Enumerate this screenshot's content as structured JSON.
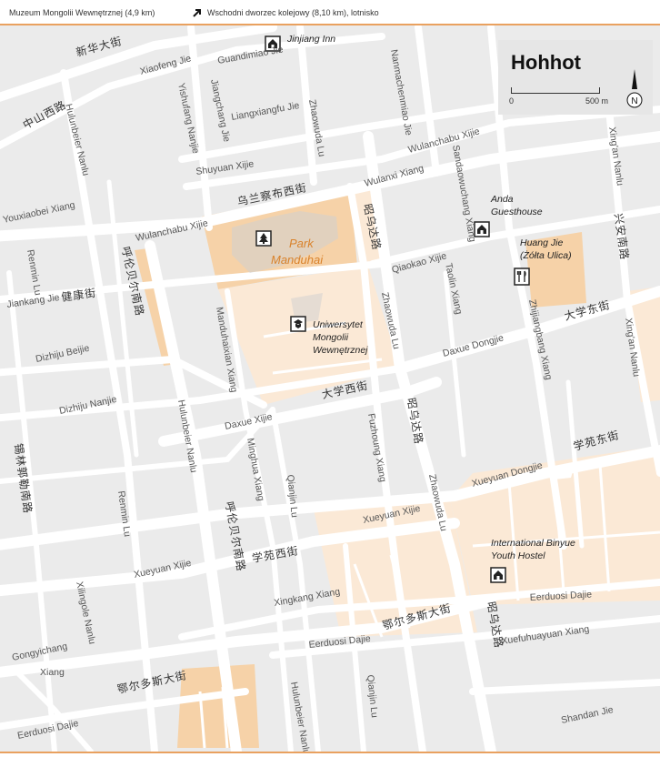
{
  "header": {
    "left_text": "Muzeum Mongolii Wewnętrznej (4,9 km)",
    "right_text": "Wschodni dworzec kolejowy (8,10 km), lotnisko",
    "arrow_icon": "arrow-northeast-icon"
  },
  "legend": {
    "city_title": "Hohhot",
    "scale_zero": "0",
    "scale_max": "500 m",
    "north_label": "N"
  },
  "colors": {
    "accent": "#e9a15f",
    "park_fill": "#f6d2a8",
    "campus_fill": "#fbe9d6",
    "street_fill": "#ffffff",
    "block_fill": "#ebebeb"
  },
  "pois": {
    "jinjiang": "Jinjiang Inn",
    "anda_1": "Anda",
    "anda_2": "Guesthouse",
    "huang_1": "Huang Jie",
    "huang_2": "(Żółta Ulica)",
    "univ_1": "Uniwersytet",
    "univ_2": "Mongolii",
    "univ_3": "Wewnętrznej",
    "binyue_1": "International Binyue",
    "binyue_2": "Youth Hostel",
    "park_1": "Park",
    "park_2": "Manduhai"
  },
  "streets": {
    "xinhua_cn": "新华大街",
    "zhongshan_cn": "中山西路",
    "xiaofeng": "Xiaofeng Jie",
    "guandimiao": "Guandimiao Jie",
    "yishufang": "Yishufang Nanjie",
    "jiangchang": "Jiangchang Jie",
    "liangxiangfu": "Liangxiangfu Jie",
    "huolunbeier_n": "Hulunbeier Nanlu",
    "zhaowuda_n": "Zhaowuda Lu",
    "nanmachen": "Nanmachenmiao Jie",
    "wulanchabu_xi": "Wulanchabu Xijie",
    "shuyuan": "Shuyuan Xijie",
    "youxiaobei": "Youxiaobei Xiang",
    "wulanchabu_cn": "乌兰察布西街",
    "wulanchabu_w": "Wulanchabu Xijie",
    "wulanxi": "Wulanxi Xiang",
    "sandaowu": "Sandaowuchang Xiang",
    "xinganlu": "Xing'an Nanlu",
    "xingan_cn": "兴安南路",
    "renminlu": "Renmin Lu",
    "hulunbeier_cn": "呼伦贝尔南路",
    "jiankang": "Jiankang Jie",
    "jiankang_cn": "健康街",
    "zhaowuda_cn": "昭乌达路",
    "qiaokao": "Qiaokao Xijie",
    "taolin": "Taolin Xiang",
    "zhijiang": "Zhijiangbang Xiang",
    "daxue_cn_e": "大学东街",
    "dizhiju_beijie": "Dizhiju Beijie",
    "manduhai": "Manduhaixian Xiang",
    "zhaowuda_lu2": "Zhaowuda Lu",
    "daxue_dong": "Daxue Dongjie",
    "xingan_r": "Xing'an Nanlu",
    "dizhiju_nanjie": "Dizhiju Nanjie",
    "daxue_cn_w": "大学西街",
    "daxue_xijie": "Daxue Xijie",
    "xilingol_cn": "锡林郭勒南路",
    "hulunbeier_n2": "Hulunbeier Nanlu",
    "minghua": "Minghua Xiang",
    "qianjin": "Qianjin Lu",
    "fuzhoung": "Fuzhoung Xiang",
    "zhaowuda_cn2": "昭乌达路",
    "xueyuan_cn_e": "学苑东街",
    "xueyuan_dong": "Xueyuan Dongjie",
    "renmin_lu2": "Renmin Lu",
    "hulunbeier_cn2": "呼伦贝尔南路",
    "xueyuan_cn_w": "学苑西街",
    "xueyuan_xijie_e": "Xueyuan Xijie",
    "zhaowuda_lu3": "Zhaowuda Lu",
    "xueyuan_xijie_w": "Xueyuan Xijie",
    "xingkang": "Xingkang Xiang",
    "eerduosi_cn": "鄂尔多斯大街",
    "eerduosi_e": "Eerduosi Dajie",
    "zhaowuda_cn3": "昭乌达路",
    "xuefuhua": "Xuefuhuayuan Xiang",
    "gongyichang": "Gongyichang",
    "xiang": "Xiang",
    "xilingole": "Xilingole Nanlu",
    "eerduosi_m": "Eerduosi Dajie",
    "eerduosi_cn2": "鄂尔多斯大街",
    "eerduosi_w": "Eerduosi Dajie",
    "hulunbeier_n3": "Hulunbeier Nanlu",
    "qianjin_lu2": "Qianjin Lu",
    "shandan": "Shandan Jie"
  }
}
